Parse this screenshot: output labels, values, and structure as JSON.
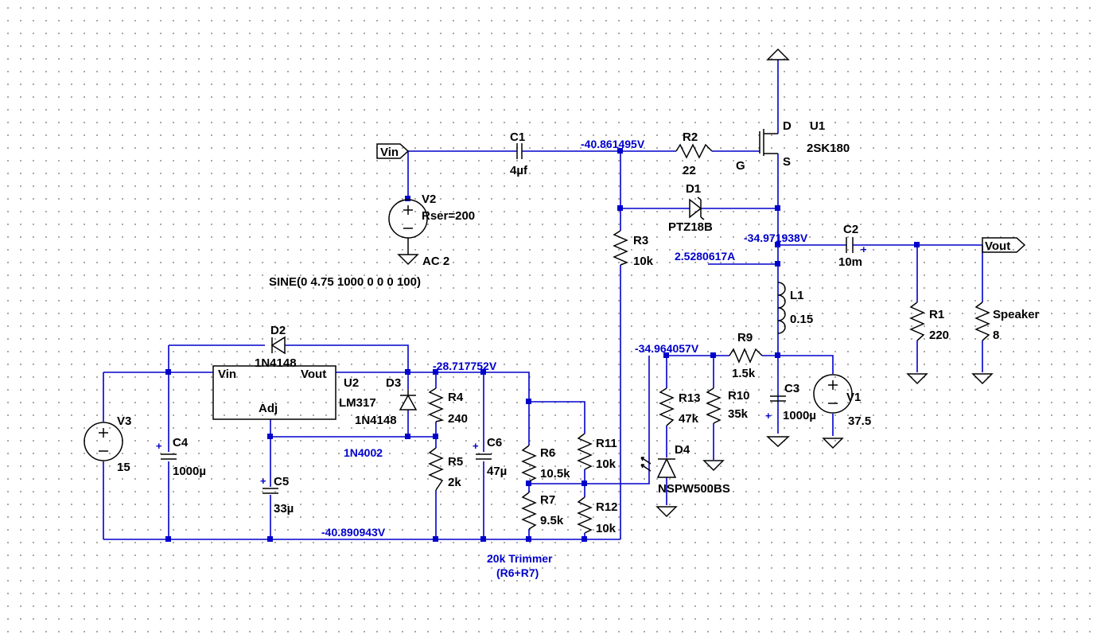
{
  "ports": {
    "vin": "Vin",
    "vout": "Vout"
  },
  "components": {
    "C1": {
      "name": "C1",
      "value": "4µf"
    },
    "R2": {
      "name": "R2",
      "value": "22"
    },
    "U1": {
      "name": "U1",
      "value": "2SK180",
      "pin_d": "D",
      "pin_g": "G",
      "pin_s": "S"
    },
    "D1": {
      "name": "D1",
      "value": "PTZ18B"
    },
    "V2": {
      "name": "V2",
      "value": "Rser=200",
      "ac": "AC 2",
      "sine": "SINE(0 4.75 1000 0 0 0 100)"
    },
    "R3": {
      "name": "R3",
      "value": "10k"
    },
    "C2": {
      "name": "C2",
      "value": "10m"
    },
    "L1": {
      "name": "L1",
      "value": "0.15"
    },
    "R1": {
      "name": "R1",
      "value": "220"
    },
    "Speaker": {
      "name": "Speaker",
      "value": "8"
    },
    "R9": {
      "name": "R9",
      "value": "1.5k"
    },
    "C3": {
      "name": "C3",
      "value": "1000µ"
    },
    "V1": {
      "name": "V1",
      "value": "37.5"
    },
    "R13": {
      "name": "R13",
      "value": "47k"
    },
    "R10": {
      "name": "R10",
      "value": "35k"
    },
    "D4": {
      "name": "D4",
      "value": "NSPW500BS"
    },
    "D2": {
      "name": "D2",
      "value": "1N4148"
    },
    "D3": {
      "name": "D3",
      "value": "1N4148"
    },
    "U2": {
      "name": "U2",
      "value": "LM317",
      "pin_vin": "Vin",
      "pin_vout": "Vout",
      "pin_adj": "Adj"
    },
    "V3": {
      "name": "V3",
      "value": "15"
    },
    "C4": {
      "name": "C4",
      "value": "1000µ"
    },
    "C5": {
      "name": "C5",
      "value": "33µ"
    },
    "R4": {
      "name": "R4",
      "value": "240"
    },
    "R5": {
      "name": "R5",
      "value": "2k"
    },
    "C6": {
      "name": "C6",
      "value": "47µ"
    },
    "R6": {
      "name": "R6",
      "value": "10.5k"
    },
    "R7": {
      "name": "R7",
      "value": "9.5k"
    },
    "R11": {
      "name": "R11",
      "value": "10k"
    },
    "R12": {
      "name": "R12",
      "value": "10k"
    }
  },
  "annotations": {
    "v_gate": "-40.861495V",
    "v_source": "-34.971938V",
    "i_source": "2.5280617A",
    "v_led": "-34.964057V",
    "v_reg": "-28.717752V",
    "v_gnd": "-40.890943V",
    "n4002": "1N4002",
    "trimmer": "20k Trimmer",
    "trimmer_sub": "(R6+R7)"
  },
  "polarity": {
    "plus": "+"
  },
  "colors": {
    "wire": "#0000cc",
    "component": "#000000",
    "annotation": "#0000cc",
    "background": "#ffffff",
    "grid_dot": "#9a9a9a"
  }
}
